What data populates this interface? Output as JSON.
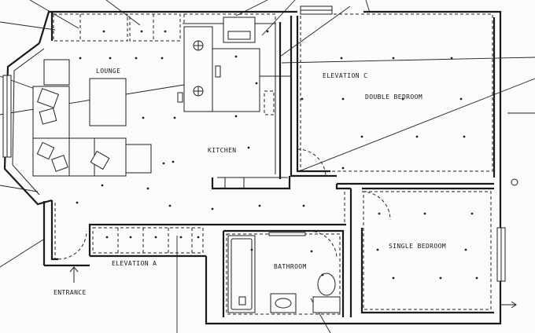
{
  "labels": {
    "lounge": "LOUNGE",
    "kitchen": "KITCHEN",
    "elevation_c": "ELEVATION C",
    "double_bedroom": "DOUBLE BEDROOM",
    "single_bedroom": "SINGLE BEDROOM",
    "bathroom": "BATHROOM",
    "elevation_a": "ELEVATION A",
    "entrance": "ENTRANCE"
  },
  "colors": {
    "ink": "#1a1a1a",
    "paper": "#fbfbf9"
  }
}
